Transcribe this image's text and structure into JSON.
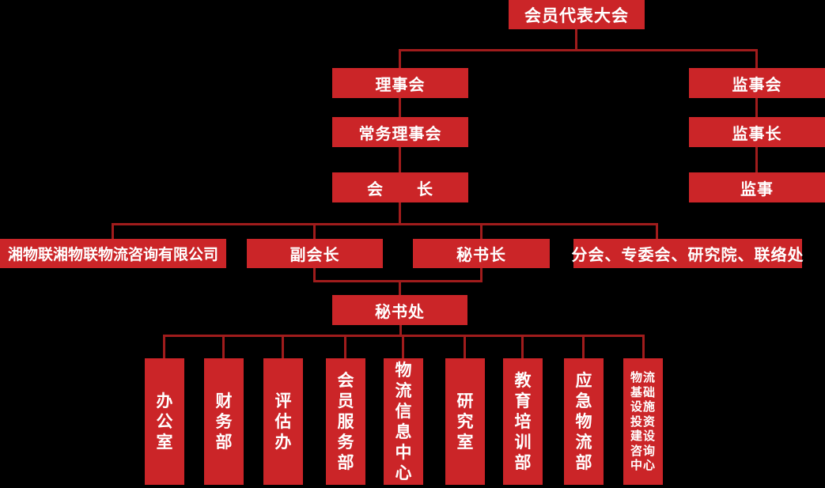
{
  "diagram_type": "organization-chart",
  "colors": {
    "background": "#000000",
    "node_fill": "#cb2528",
    "node_text": "#ffffff",
    "connector_line": "#a01c1c"
  },
  "nodes": {
    "general_assembly": {
      "label": "会员代表大会"
    },
    "council": {
      "label": "理事会"
    },
    "supervisory_board": {
      "label": "监事会"
    },
    "standing_council": {
      "label": "常务理事会"
    },
    "chief_supervisor": {
      "label": "监事长"
    },
    "president": {
      "label": "会　　长"
    },
    "supervisor": {
      "label": "监事"
    },
    "consulting_company": {
      "label": "湘物联湘物联物流咨询有限公司"
    },
    "vice_president": {
      "label": "副会长"
    },
    "secretary_general": {
      "label": "秘书长"
    },
    "branches": {
      "label": "分会、专委会、研究院、联络处"
    },
    "secretariat": {
      "label": "秘书处"
    },
    "office": {
      "label": "办公室"
    },
    "finance_dept": {
      "label": "财务部"
    },
    "evaluation_office": {
      "label": "评估办"
    },
    "member_service_dept": {
      "label": "会员服务部"
    },
    "logistics_info_center": {
      "label": "物流信息中心"
    },
    "research_office": {
      "label": "研究室"
    },
    "education_training_dept": {
      "label": "教育培训部"
    },
    "emergency_logistics_dept": {
      "label": "应急物流部"
    },
    "infrastructure_consulting_center": {
      "label": "物流基础设施投资建设咨询中心"
    }
  }
}
